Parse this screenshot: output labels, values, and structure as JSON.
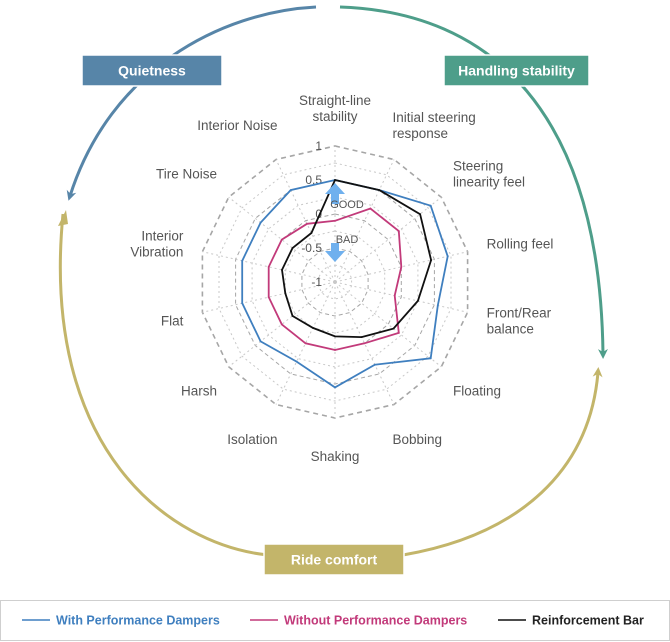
{
  "chart_data": {
    "type": "radar",
    "axes": [
      "Straight-line\nstability",
      "Initial steering\nresponse",
      "Steering\nlinearity feel",
      "Rolling feel",
      "Front/Rear\nbalance",
      "Floating",
      "Bobbing",
      "Shaking",
      "Isolation",
      "Harsh",
      "Flat",
      "Interior\nVibration",
      "Tire Noise",
      "Interior Noise"
    ],
    "range": [
      -1,
      1
    ],
    "ticks": [
      1,
      0.5,
      0,
      -0.5,
      -1
    ],
    "tick_labels": [
      "1",
      "0.5",
      "0",
      "-0.5",
      "-1"
    ],
    "series": [
      {
        "name": "With Performance Dampers",
        "color": "#3f7fbf",
        "values": [
          0.5,
          0.5,
          0.8,
          0.7,
          0.55,
          0.8,
          0.35,
          0.55,
          0.3,
          0.4,
          0.4,
          0.4,
          0.4,
          0.5
        ]
      },
      {
        "name": "Without Performance Dampers",
        "color": "#c23a7a",
        "values": [
          -0.1,
          0.2,
          0.2,
          0.0,
          -0.1,
          0.2,
          0.0,
          0.0,
          0.0,
          0.0,
          0.0,
          0.0,
          0.0,
          -0.05
        ]
      },
      {
        "name": "Reinforcement Bar",
        "color": "#111111",
        "values": [
          0.5,
          0.5,
          0.6,
          0.45,
          0.25,
          0.1,
          -0.1,
          -0.2,
          -0.25,
          -0.2,
          -0.25,
          -0.2,
          -0.2,
          -0.2
        ]
      }
    ],
    "good_label": "GOOD",
    "bad_label": "BAD",
    "grid": true,
    "legend_position": "bottom"
  },
  "categories": [
    {
      "label": "Quietness",
      "color": "#5785a8"
    },
    {
      "label": "Handling stability",
      "color": "#4e9e8a"
    },
    {
      "label": "Ride comfort",
      "color": "#c3b56a"
    }
  ],
  "cycle_colors": {
    "quietness": "#5785a8",
    "handling": "#4e9e8a",
    "ride": "#c3b56a"
  },
  "arrow_color": "#6fb0ee"
}
